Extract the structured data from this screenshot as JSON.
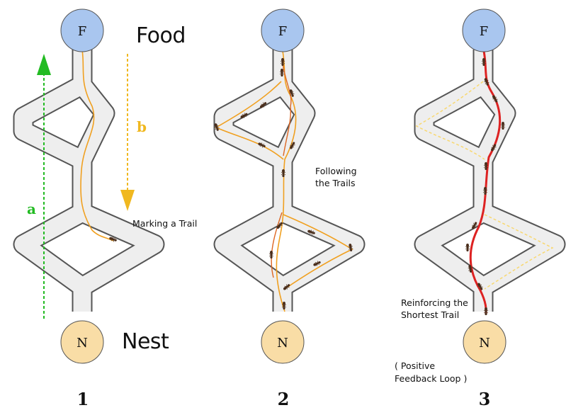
{
  "labels": {
    "food": "Food",
    "nest": "Nest",
    "food_node": "F",
    "nest_node": "N",
    "arrow_a": "a",
    "arrow_b": "b",
    "marking": "Marking a Trail",
    "following_1": "Following",
    "following_2": "the Trails",
    "reinforcing_1": "Reinforcing the",
    "reinforcing_2": "Shortest Trail",
    "loop_1": "( Positive",
    "loop_2": "Feedback Loop )",
    "panel_1": "1",
    "panel_2": "2",
    "panel_3": "3"
  },
  "colors": {
    "food_node": "#a9c6ef",
    "nest_node": "#f9dda6",
    "corridor_outline": "#555555",
    "corridor_fill": "#eeeeee",
    "trail": "#f0a020",
    "trail_strong": "#dd2222",
    "arrow_a": "#22bb22",
    "arrow_b": "#f0b820",
    "ant": "#4a2e1c"
  }
}
